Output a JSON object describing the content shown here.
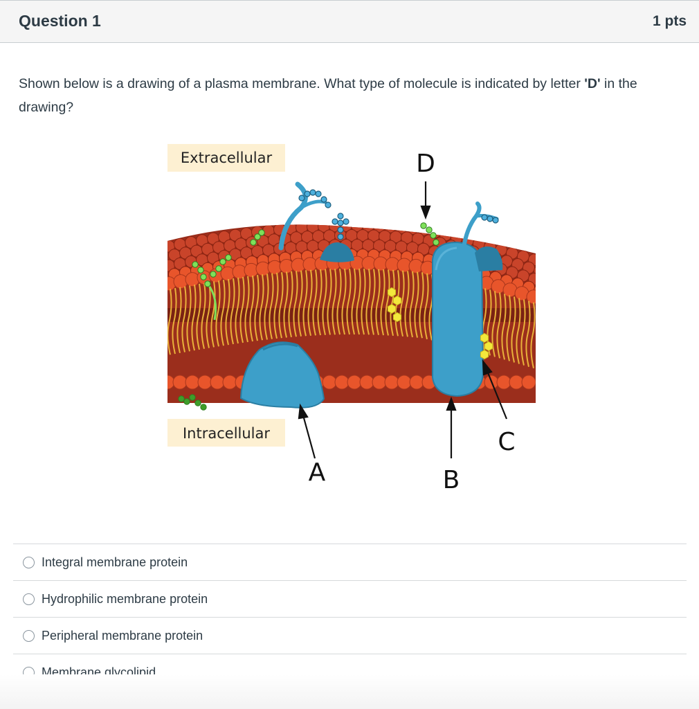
{
  "question": {
    "title": "Question 1",
    "points": "1 pts",
    "text_before": "Shown below is a drawing of a plasma membrane. What type of molecule is indicated by letter ",
    "text_bold": "'D'",
    "text_after": " in the drawing?"
  },
  "figure": {
    "extracellular_label": "Extracellular",
    "intracellular_label": "Intracellular",
    "letters": [
      "A",
      "B",
      "C",
      "D"
    ],
    "colors": {
      "label_bg": "#fdf0d2",
      "head": "#e8552b",
      "tail": "#e9b13a",
      "protein": "#3d9fc9",
      "glycolipid_chain": "#7fe05a",
      "cholesterol": "#f3e83c"
    }
  },
  "answers": [
    {
      "label": "Integral membrane protein"
    },
    {
      "label": "Hydrophilic membrane protein"
    },
    {
      "label": "Peripheral membrane protein"
    },
    {
      "label": "Membrane glycolipid"
    }
  ]
}
